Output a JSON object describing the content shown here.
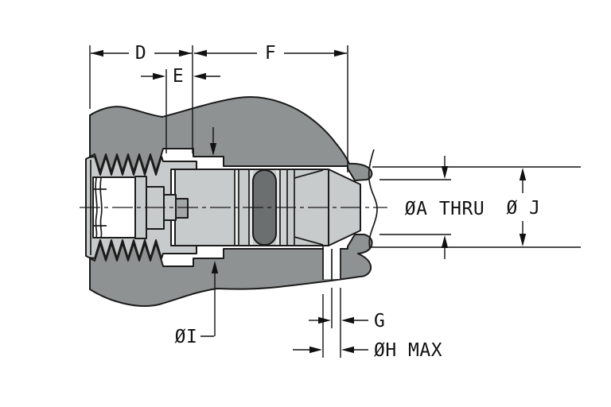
{
  "drawing": {
    "kind": "technical-cross-section",
    "labels": {
      "d": "D",
      "e": "E",
      "f": "F",
      "a_thru": "ØA THRU",
      "j": "Ø J",
      "i": "ØI",
      "g": "G",
      "h_max": "ØH MAX"
    },
    "colors": {
      "body": "#8f9292",
      "part": "#c8cbcb",
      "washer": "#e0e2e2",
      "strip": "#cfd2d2",
      "gap_strip": "#e9ebeb",
      "oring": "#6c6f6f",
      "recess": "#a3a6a6",
      "outline": "#1b1b1b",
      "dim": "#111111",
      "background": "#ffffff"
    }
  }
}
